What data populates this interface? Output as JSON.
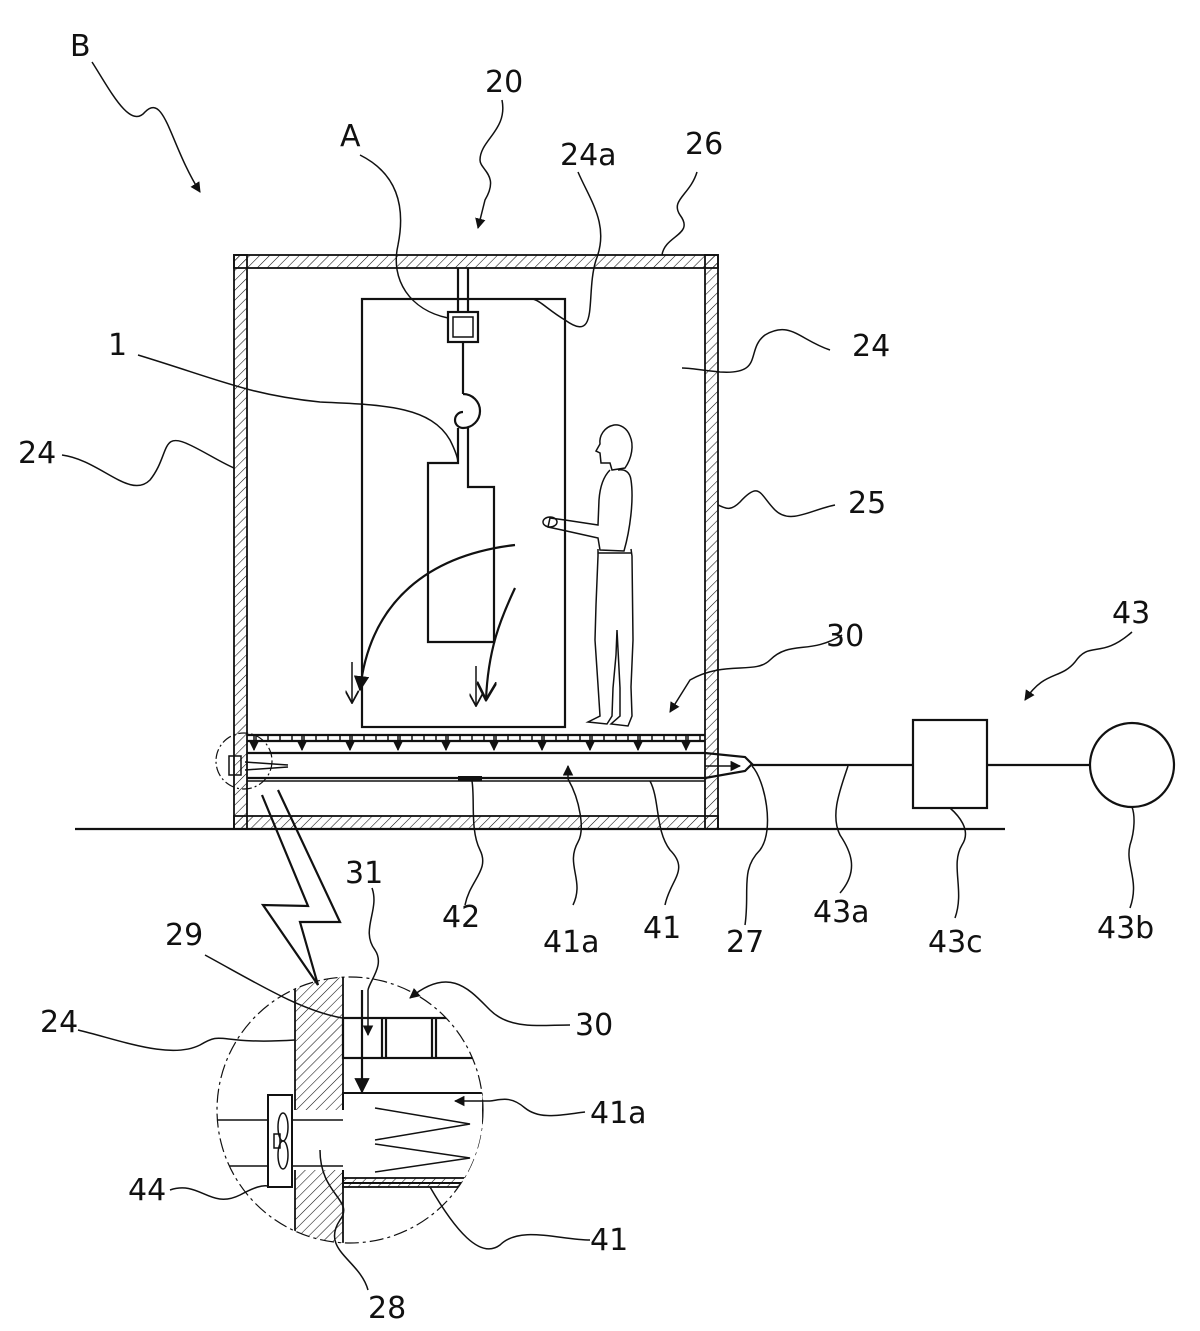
{
  "figure": {
    "labels": {
      "B": "B",
      "n20": "20",
      "A": "A",
      "n24a": "24a",
      "n26": "26",
      "n1": "1",
      "n24_top_right": "24",
      "n24_left": "24",
      "n25": "25",
      "n30_main": "30",
      "n43": "43",
      "n42": "42",
      "n41a_main": "41a",
      "n41_main": "41",
      "n27": "27",
      "n43a": "43a",
      "n43c": "43c",
      "n43b": "43b",
      "n31": "31",
      "n29": "29",
      "n24_detail": "24",
      "n30_detail": "30",
      "n41a_detail": "41a",
      "n44": "44",
      "n41_detail": "41",
      "n28": "28"
    }
  }
}
